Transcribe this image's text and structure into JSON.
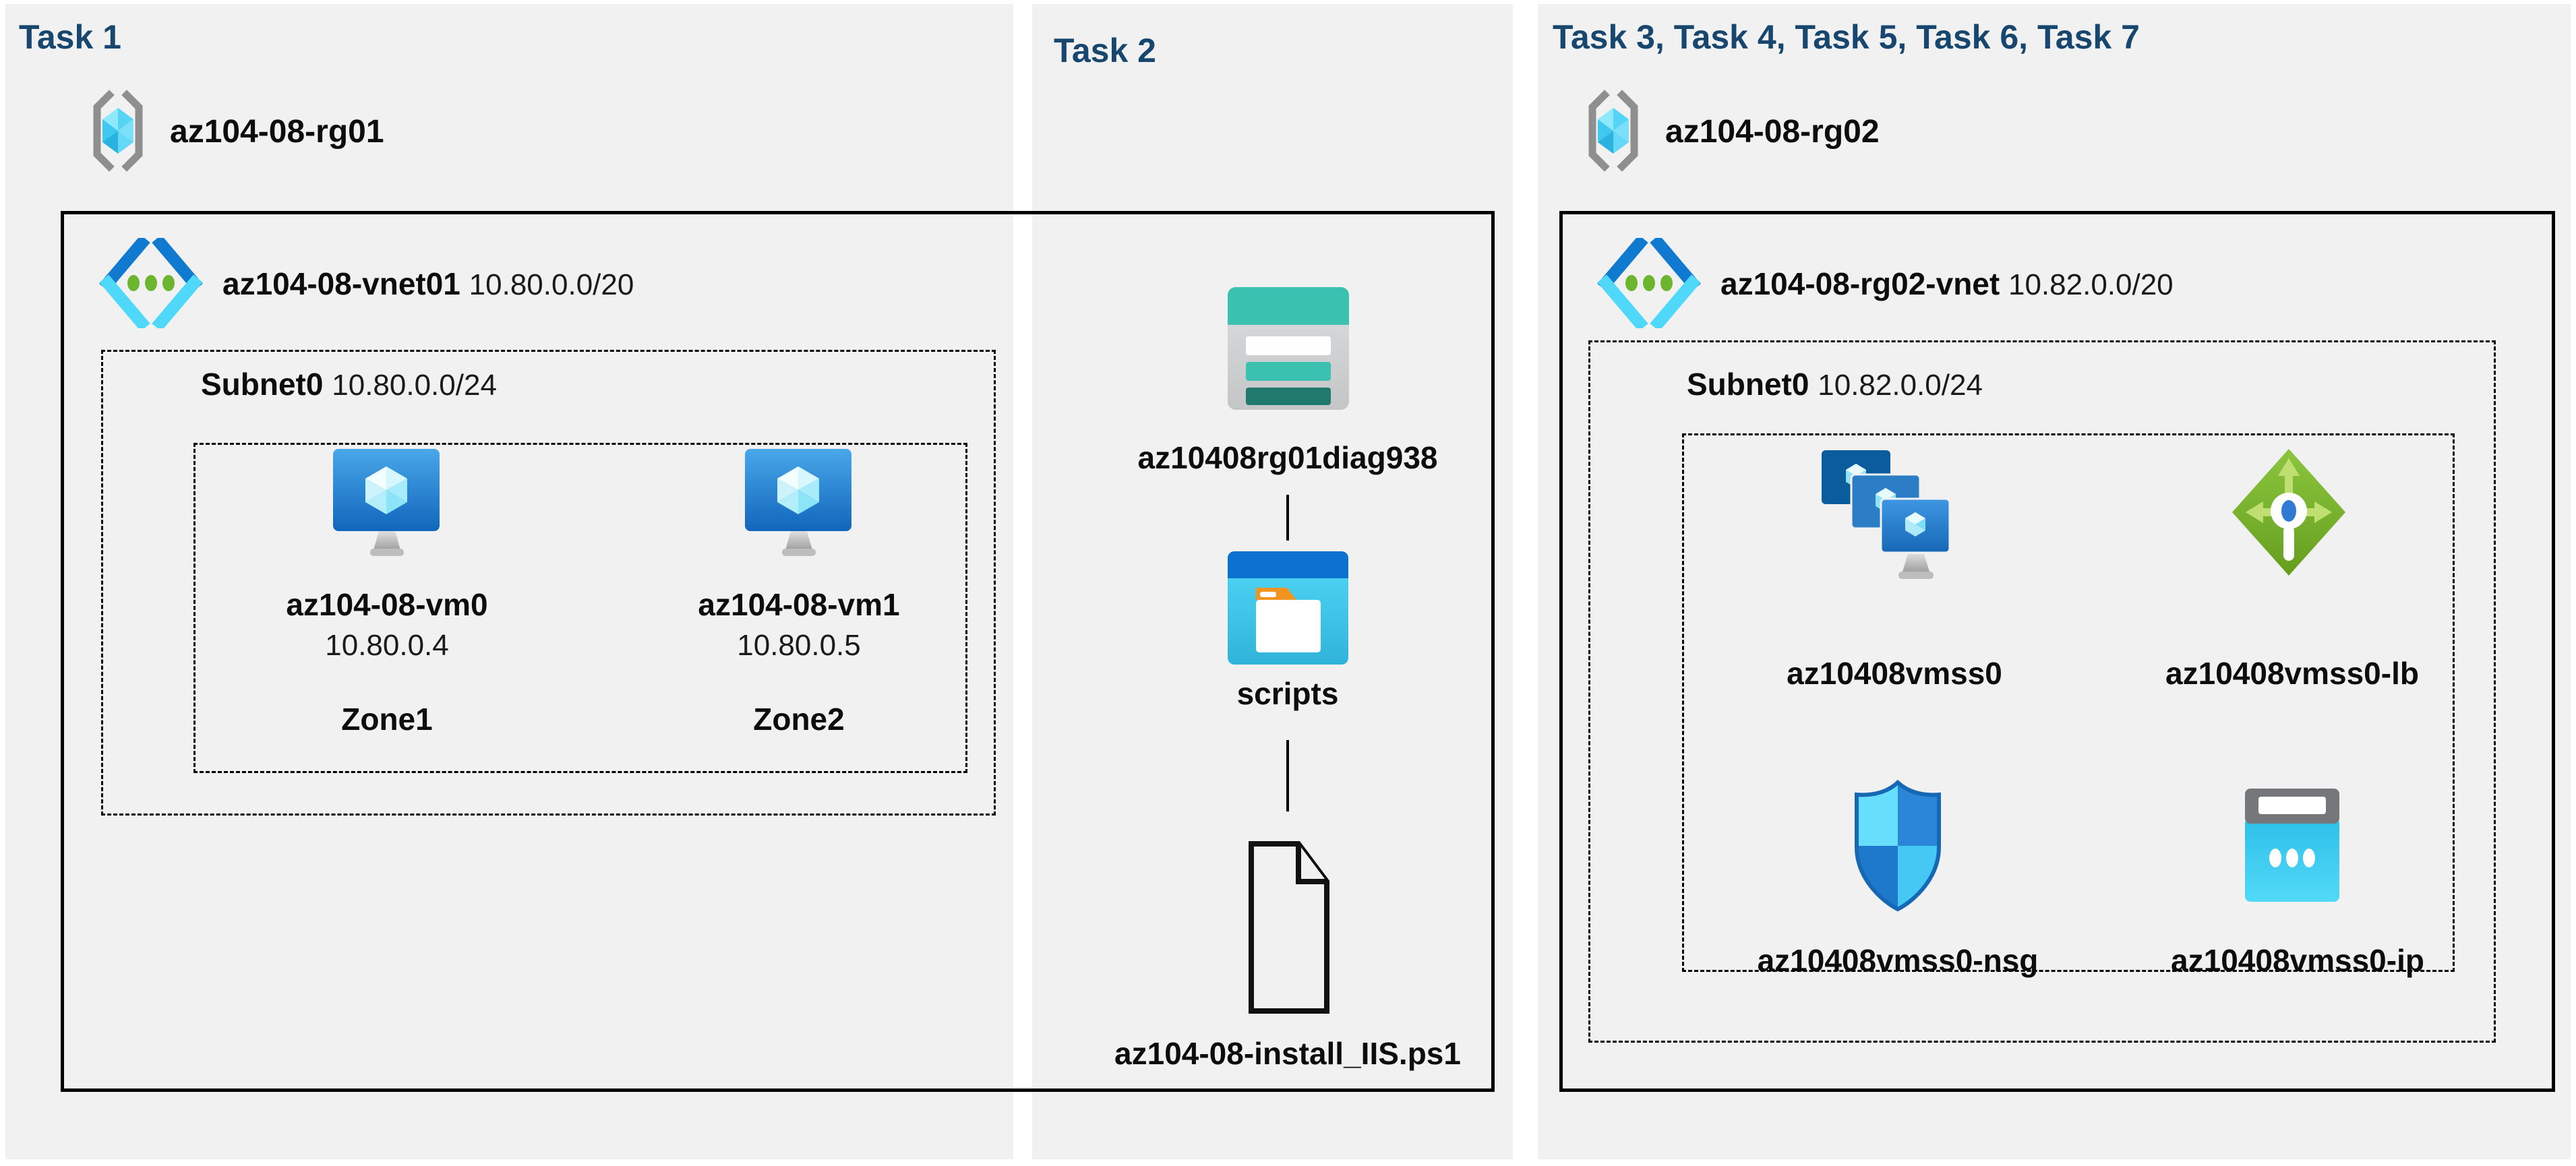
{
  "panels": {
    "task1": {
      "header": "Task 1",
      "resource_group": {
        "name": "az104-08-rg01",
        "icon": "resource-group-icon"
      },
      "vnet": {
        "name": "az104-08-vnet01",
        "cidr": "10.80.0.0/20",
        "icon": "virtual-network-icon"
      },
      "subnet": {
        "name": "Subnet0",
        "cidr": "10.80.0.0/24"
      },
      "vms": [
        {
          "name": "az104-08-vm0",
          "ip": "10.80.0.4",
          "zone": "Zone1",
          "icon": "virtual-machine-icon"
        },
        {
          "name": "az104-08-vm1",
          "ip": "10.80.0.5",
          "zone": "Zone2",
          "icon": "virtual-machine-icon"
        }
      ]
    },
    "task2": {
      "header": "Task 2",
      "storage_account": {
        "name": "az10408rg01diag938",
        "icon": "storage-account-icon"
      },
      "container": {
        "name": "scripts",
        "icon": "blob-container-icon"
      },
      "file": {
        "name": "az104-08-install_IIS.ps1",
        "icon": "file-icon"
      }
    },
    "task3": {
      "header": "Task 3, Task 4, Task 5, Task 6, Task 7",
      "resource_group": {
        "name": "az104-08-rg02",
        "icon": "resource-group-icon"
      },
      "vnet": {
        "name": "az104-08-rg02-vnet",
        "cidr": "10.82.0.0/20",
        "icon": "virtual-network-icon"
      },
      "subnet": {
        "name": "Subnet0",
        "cidr": "10.82.0.0/24"
      },
      "resources": [
        {
          "name": "az10408vmss0",
          "icon": "vm-scale-set-icon"
        },
        {
          "name": "az10408vmss0-lb",
          "icon": "load-balancer-icon"
        },
        {
          "name": "az10408vmss0-nsg",
          "icon": "network-security-group-icon"
        },
        {
          "name": "az10408vmss0-ip",
          "icon": "public-ip-icon"
        }
      ]
    }
  },
  "colors": {
    "panel_bg": "#f1f1f1",
    "header_text": "#17466e",
    "label_text": "#0d0d0d",
    "box_border": "#000000",
    "azure_blue": "#0b72cf",
    "azure_cyan": "#50e6ff",
    "green": "#7fba00",
    "teal": "#3bc1af",
    "teal_dark": "#20796d",
    "orange": "#f29422"
  }
}
